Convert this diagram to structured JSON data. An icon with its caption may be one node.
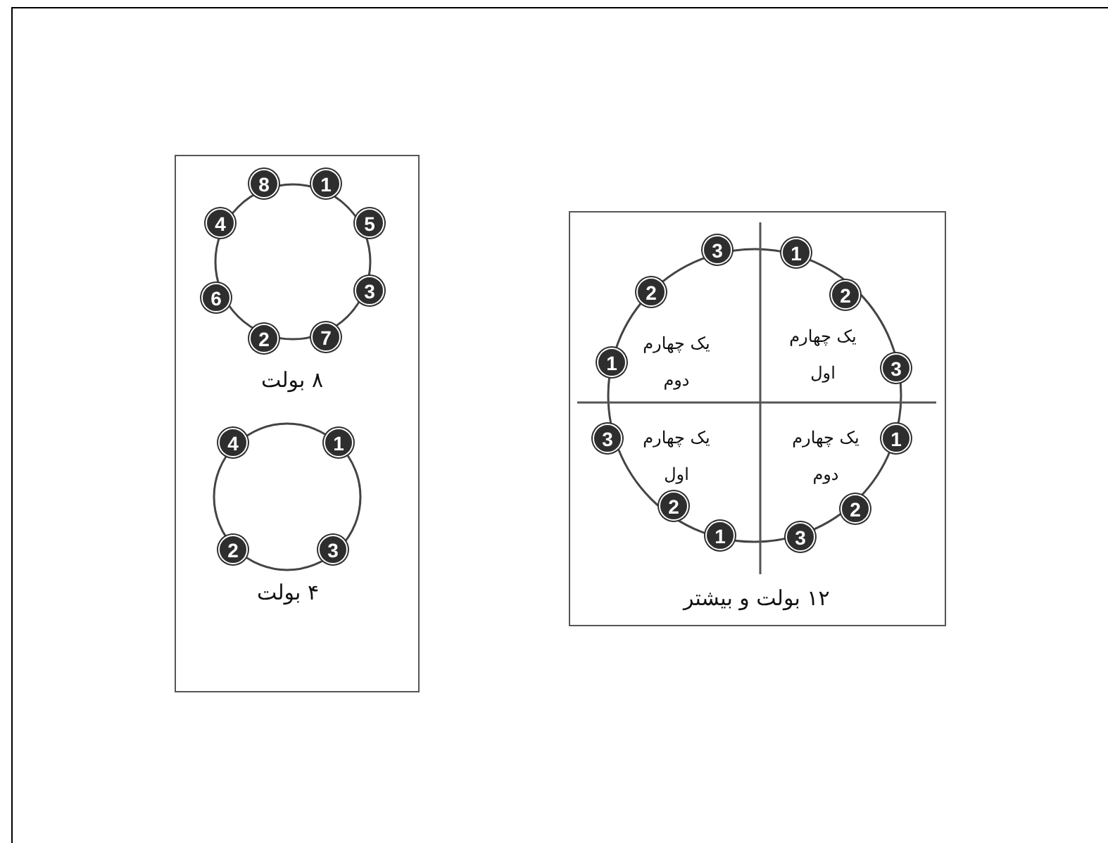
{
  "diagram": {
    "nodes": [
      {
        "text": [],
        "shape": "box"
      },
      {
        "text": [
          "8"
        ],
        "in": 0
      },
      {
        "text": [
          "1"
        ],
        "in": 0
      },
      {
        "text": [
          "4"
        ],
        "in": 0
      },
      {
        "text": [
          "5"
        ],
        "in": 0
      },
      {
        "text": [
          "6"
        ],
        "in": 0
      },
      {
        "text": [
          "3"
        ],
        "in": 0
      },
      {
        "text": [
          "2"
        ],
        "in": 0
      },
      {
        "text": [
          "7"
        ],
        "in": 0
      },
      {
        "text": [
          "4"
        ],
        "in": 0
      },
      {
        "text": [
          "1"
        ],
        "in": 0
      },
      {
        "text": [
          "2"
        ],
        "in": 0
      },
      {
        "text": [
          "3"
        ],
        "in": 0
      },
      {
        "text": [],
        "shape": "box"
      },
      {
        "text": [
          "3"
        ],
        "in": 13
      },
      {
        "text": [
          "1"
        ],
        "in": 13
      },
      {
        "text": [
          "2"
        ],
        "in": 13
      },
      {
        "text": [
          "2"
        ],
        "in": 13
      },
      {
        "text": [
          "1"
        ],
        "in": 13
      },
      {
        "text": [
          "3"
        ],
        "in": 13
      },
      {
        "text": [
          "3"
        ],
        "in": 13
      },
      {
        "text": [
          "1"
        ],
        "in": 13
      },
      {
        "text": [
          "2"
        ],
        "in": 13
      },
      {
        "text": [
          "2"
        ],
        "in": 13
      },
      {
        "text": [
          "1"
        ],
        "in": 13
      },
      {
        "text": [
          "3"
        ],
        "in": 13
      }
    ],
    "labels": [
      "۸ بولت",
      "۴ بولت",
      "یک چهارم دوم",
      "یک چهارم اول",
      "یک چهارم اول",
      "یک چهارم دوم",
      "۱۲ بولت و بیشتر"
    ]
  }
}
